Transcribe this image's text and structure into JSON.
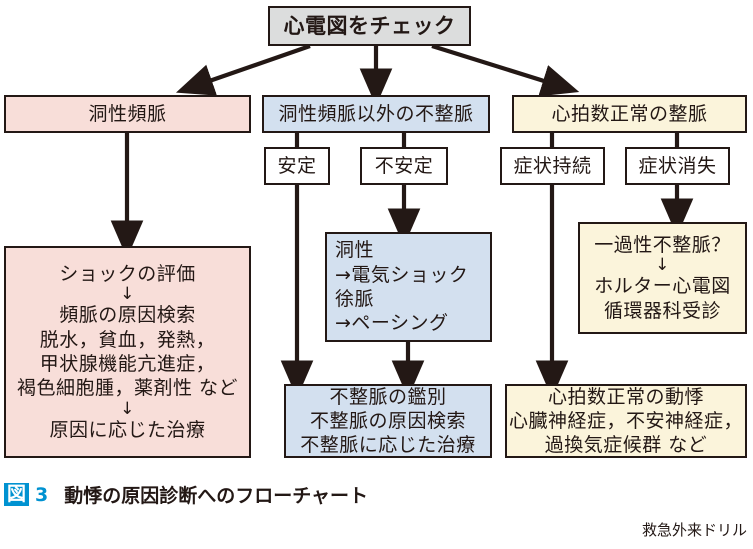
{
  "title": "心電図をチェック",
  "nodes": {
    "ecg_check": {
      "label": "心電図をチェック"
    },
    "sinus_tachy": {
      "label": "洞性頻脈"
    },
    "arrhythmia_other": {
      "label": "洞性頻脈以外の不整脈"
    },
    "normal_rate_regular": {
      "label": "心拍数正常の整脈"
    },
    "stable": {
      "label": "安定"
    },
    "unstable": {
      "label": "不安定"
    },
    "symptom_persist": {
      "label": "症状持続"
    },
    "symptom_resolved": {
      "label": "症状消失"
    },
    "unstable_treatment": {
      "lines": [
        "洞性",
        "→電気ショック",
        "徐脈",
        "→ペーシング"
      ]
    },
    "transient_arrhythmia": {
      "lines": [
        "一過性不整脈？",
        "↓",
        "ホルター心電図",
        "循環器科受診"
      ]
    },
    "sinus_tachy_workup": {
      "lines": [
        "ショックの評価",
        "↓",
        "頻脈の原因検索",
        "脱水，貧血，発熱，",
        "甲状腺機能亢進症，",
        "褐色細胞腫，薬剤性 など",
        "↓",
        "原因に応じた治療"
      ]
    },
    "arrhythmia_workup": {
      "lines": [
        "不整脈の鑑別",
        "不整脈の原因検索",
        "不整脈に応じた治療"
      ]
    },
    "palpitation_normal": {
      "lines": [
        "心拍数正常の動悸",
        "心臓神経症，不安神経症，",
        "過換気症候群 など"
      ]
    }
  },
  "caption": {
    "badge": "図",
    "number": "3",
    "text": "動悸の原因診断へのフローチャート"
  },
  "footer": {
    "text": "救急外来ドリル"
  },
  "colors": {
    "header_gray": "#dcdddd",
    "pink": "#f8ded9",
    "blue": "#d3e0ef",
    "cream": "#fbf4db",
    "outline": "#231815",
    "accent_blue": "#0092d1"
  }
}
